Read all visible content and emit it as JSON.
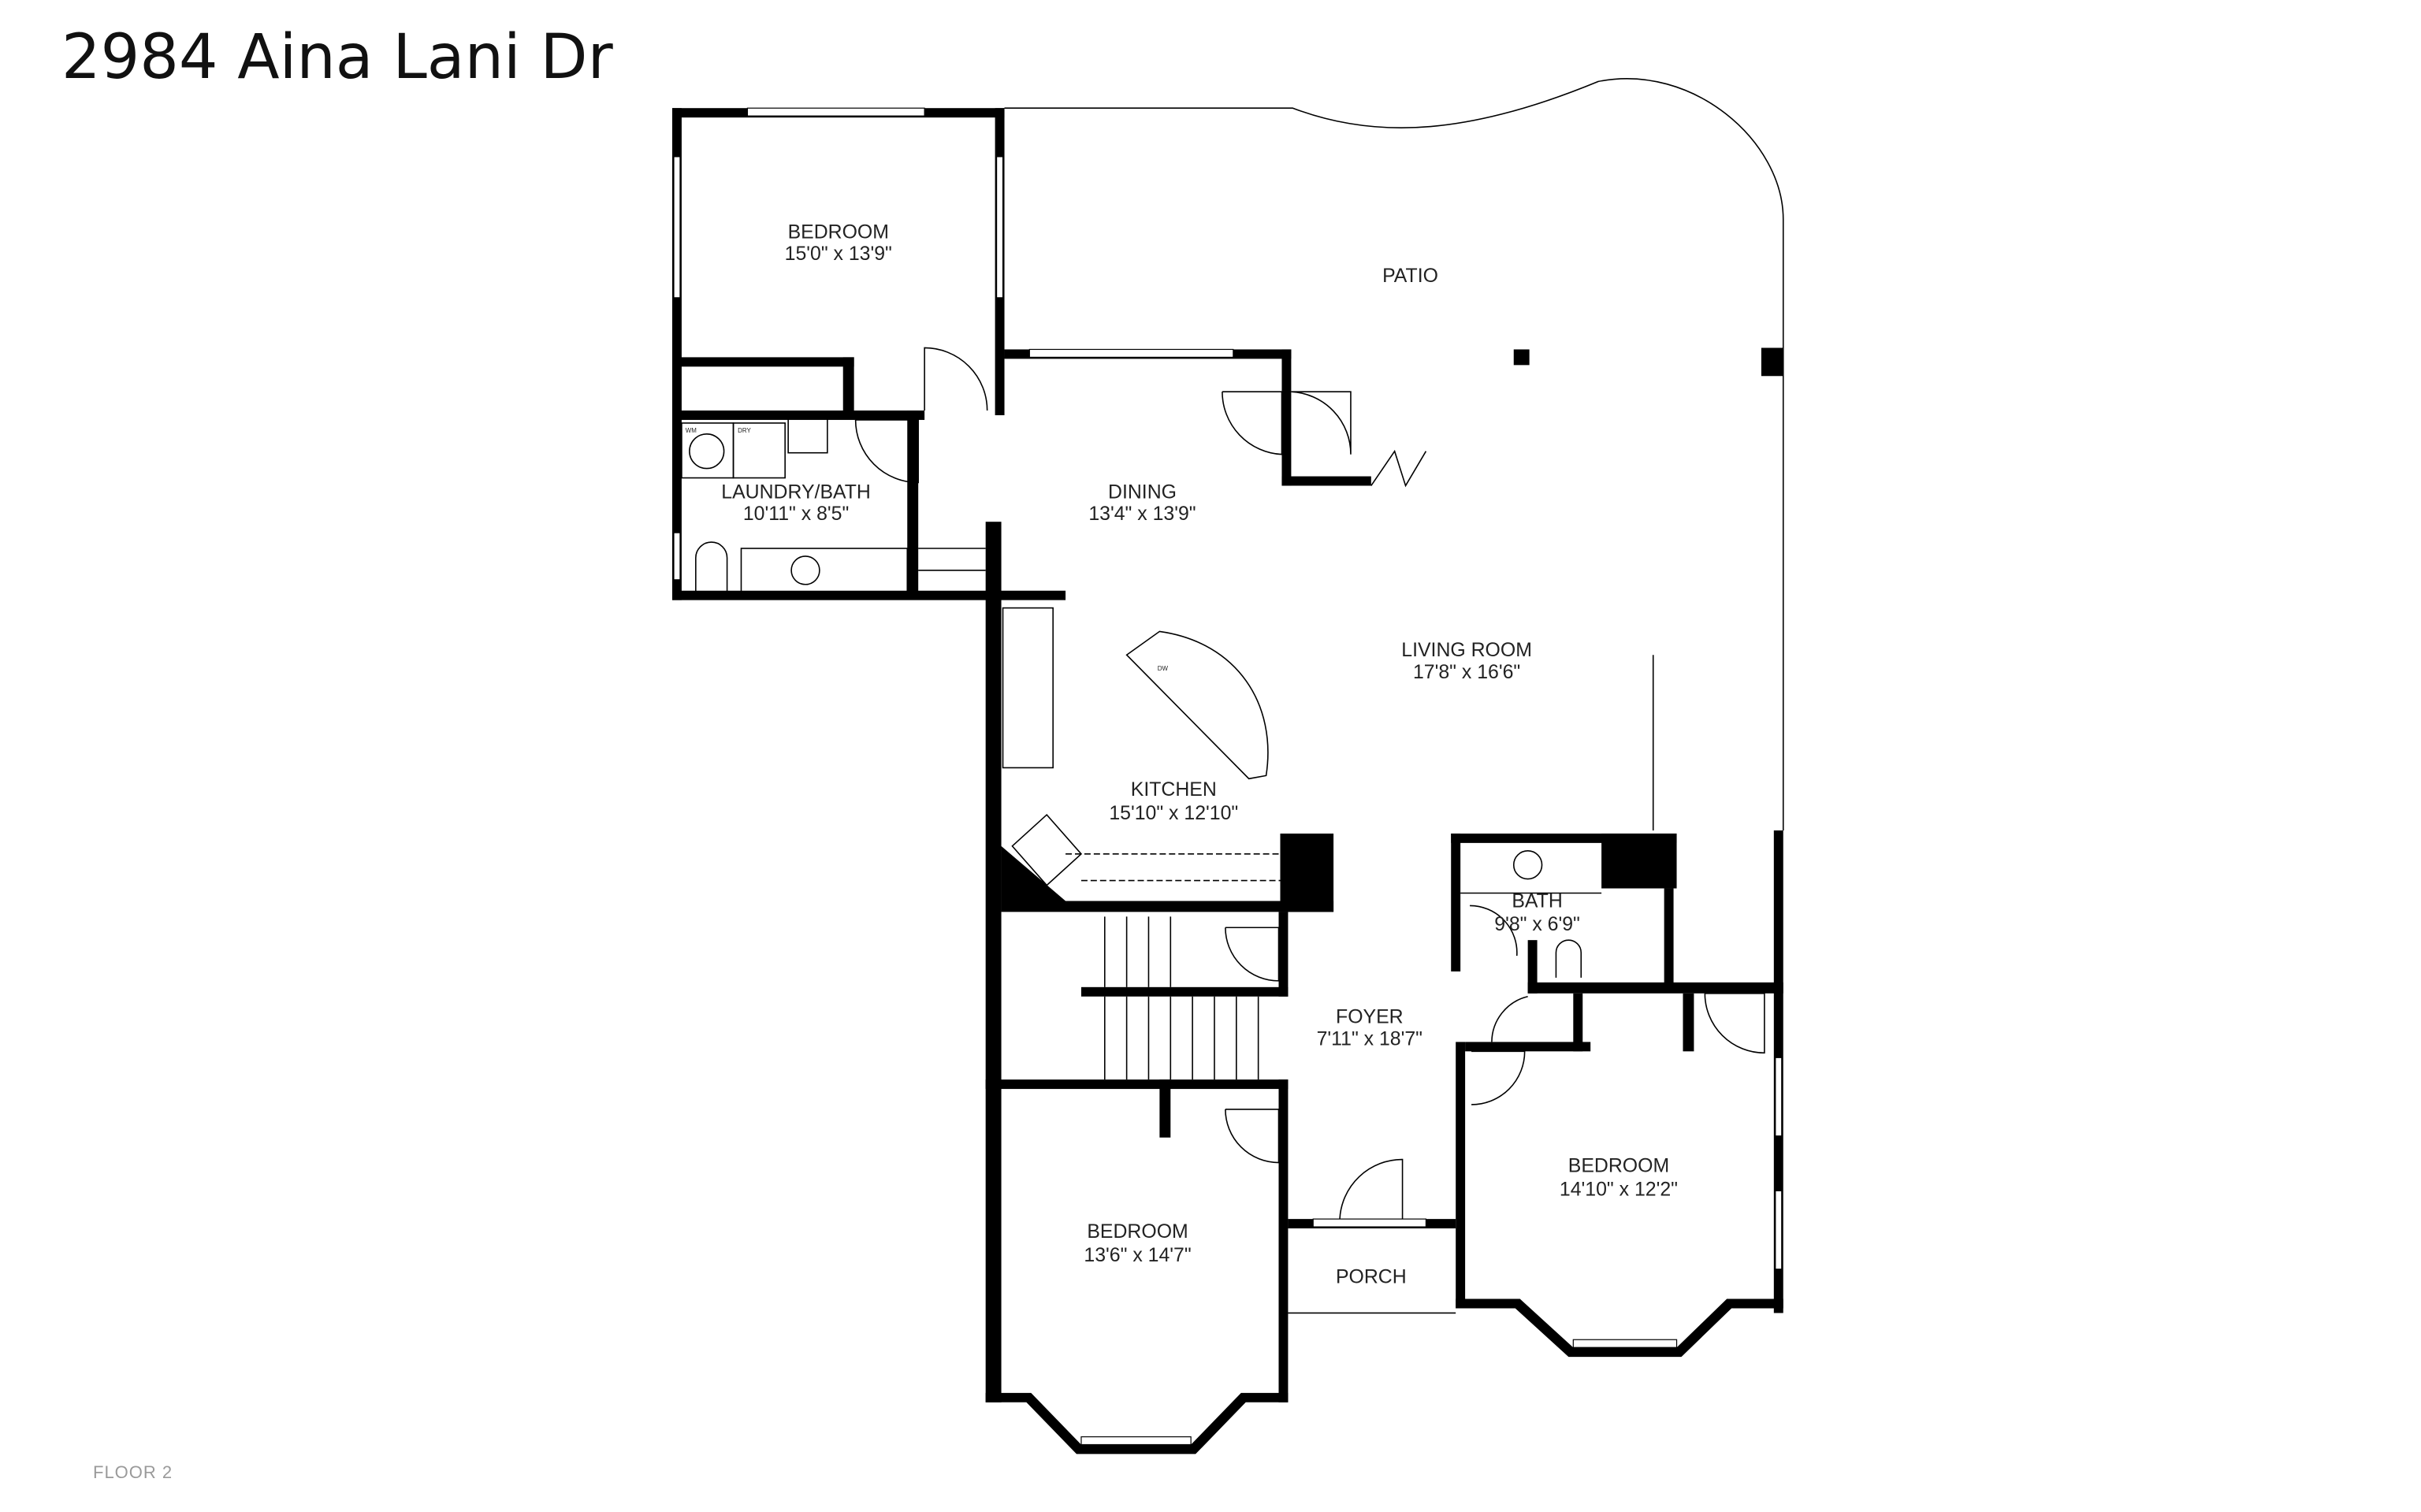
{
  "title": "2984 Aina Lani Dr",
  "floor_label": "FLOOR 2",
  "rooms": [
    {
      "name": "BEDROOM",
      "size": "15'0\" x 13'9\""
    },
    {
      "name": "PATIO",
      "size": ""
    },
    {
      "name": "LAUNDRY/BATH",
      "size": "10'11\" x 8'5\""
    },
    {
      "name": "DINING",
      "size": "13'4\" x 13'9\""
    },
    {
      "name": "LIVING ROOM",
      "size": "17'8\" x 16'6\""
    },
    {
      "name": "KITCHEN",
      "size": "15'10\" x 12'10\""
    },
    {
      "name": "BATH",
      "size": "9'8\" x 6'9\""
    },
    {
      "name": "FOYER",
      "size": "7'11\" x 18'7\""
    },
    {
      "name": "BEDROOM",
      "size": "14'10\" x 12'2\""
    },
    {
      "name": "BEDROOM",
      "size": "13'6\" x 14'7\""
    },
    {
      "name": "PORCH",
      "size": ""
    }
  ],
  "appliance_labels": {
    "washer": "WM",
    "dryer": "DRY",
    "dishwasher": "DW"
  },
  "colors": {
    "wall": "#000000",
    "background": "#ffffff",
    "floor_label": "#9a9a9a"
  }
}
